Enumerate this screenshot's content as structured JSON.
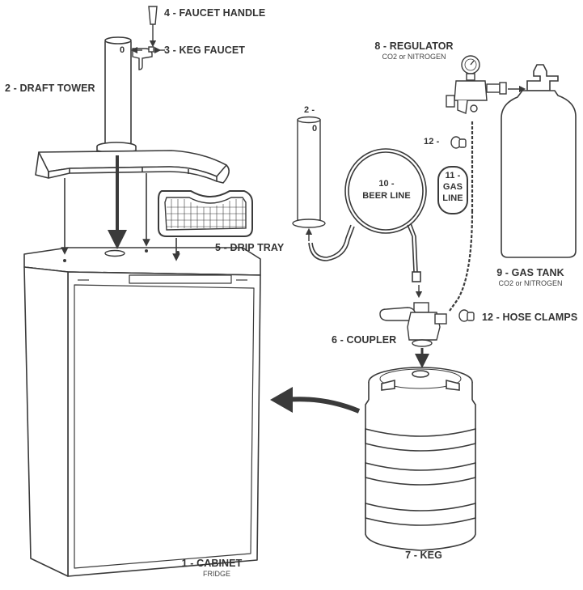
{
  "labels": {
    "faucet_handle": "4 - FAUCET HANDLE",
    "keg_faucet": "3 - KEG FAUCET",
    "draft_tower": "2 - DRAFT TOWER",
    "regulator": "8 - REGULATOR",
    "regulator_sub": "CO2 or NITROGEN",
    "tower_small_number": "2 -",
    "clamp_top": "12 -",
    "beer_line_number": "10 -",
    "beer_line": "BEER LINE",
    "gas_line_number": "11 -",
    "gas_line_1": "GAS",
    "gas_line_2": "LINE",
    "drip_tray": "5 - DRIP TRAY",
    "gas_tank": "9 - GAS TANK",
    "gas_tank_sub": "CO2 or NITROGEN",
    "hose_clamps": "12 - HOSE CLAMPS",
    "coupler": "6 - COUPLER",
    "cabinet": "1 - CABINET",
    "cabinet_sub": "FRIDGE",
    "keg": "7 - KEG",
    "tower_zero_main": "0",
    "tower_zero_small": "0"
  },
  "colors": {
    "line": "#3a3a3a",
    "text": "#333333",
    "arrow": "#3a3a3a"
  }
}
